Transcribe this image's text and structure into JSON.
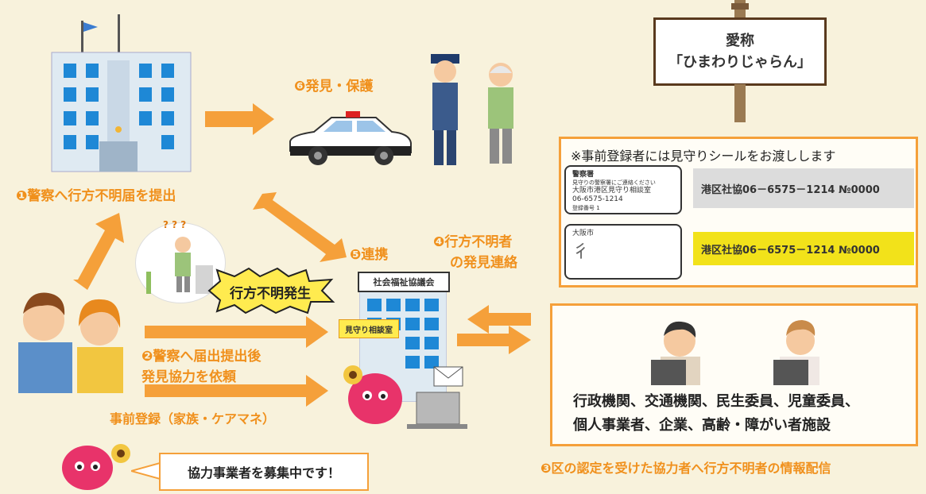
{
  "steps": {
    "step1": "❶警察へ行方不明届を提出",
    "step2_line1": "❷警察へ届出提出後",
    "step2_line2": "発見協力を依頼",
    "prereg": "事前登録（家族・ケアマネ）",
    "step3": "❸区の認定を受けた協力者へ行方不明者の情報配信",
    "step4_line1": "❹行方不明者",
    "step4_line2": "の発見連絡",
    "step5": "❺連携",
    "step6": "❻発見・保護"
  },
  "missing_callout": "行方不明発生",
  "question_marks": "? ? ?",
  "council": {
    "name": "社会福祉協議会",
    "consult_tag": "見守り相談室"
  },
  "nickname_board": {
    "line1": "愛称",
    "line2": "「ひまわりじゃらん」"
  },
  "sticker_panel": {
    "note": "※事前登録者には見守りシールをお渡しします",
    "front_sticker": {
      "title": "警察署",
      "subtitle": "見守りの警察署にご連絡ください",
      "office": "大阪市港区見守り相談室",
      "phone": "06-6575-1214",
      "reg": "登録番号 1"
    },
    "back_sticker": {
      "city": "大阪市"
    },
    "strip_gray": "港区社協06－6575－1214 №0000",
    "strip_yellow": "港区社協06－6575－1214 №0000"
  },
  "orgs": {
    "line1": "行政機関、交通機関、民生委員、児童委員、",
    "line2": "個人事業者、企業、高齢・障がい者施設"
  },
  "recruit_bubble": "協力事業者を募集中です！",
  "colors": {
    "arrow": "#f5a03a",
    "accent_text": "#f0901c",
    "highlight": "#ffeb4f"
  }
}
